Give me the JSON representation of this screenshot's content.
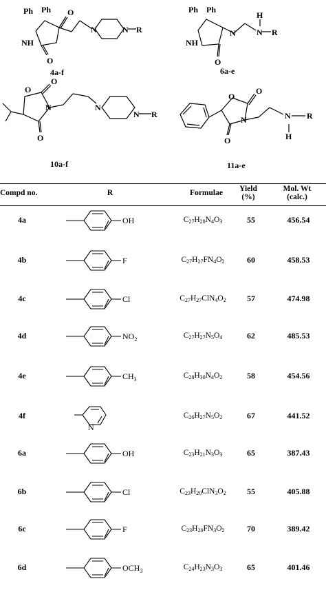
{
  "structures": [
    {
      "label": "4a-f"
    },
    {
      "label": "6a-e"
    },
    {
      "label": "10a-f"
    },
    {
      "label": "11a-e"
    }
  ],
  "atoms": {
    "Ph": "Ph",
    "NH": "NH",
    "O": "O",
    "N": "N",
    "R": "R",
    "H": "H"
  },
  "table": {
    "headers": {
      "compd": "Compd no.",
      "r": "R",
      "formulae": "Formulae",
      "yield_line1": "Yield",
      "yield_line2": "(%)",
      "molwt_line1": "Mol. Wt",
      "molwt_line2": "(calc.)"
    },
    "rows": [
      {
        "id": "4a",
        "substituent": "OH",
        "formula": [
          "C",
          "27",
          "H",
          "28",
          "N",
          "4",
          "O",
          "3"
        ],
        "yield": "55",
        "molwt": "456.54"
      },
      {
        "id": "4b",
        "substituent": "F",
        "formula": [
          "C",
          "27",
          "H",
          "27",
          "FN",
          "4",
          "O",
          "2"
        ],
        "yield": "60",
        "molwt": "458.53"
      },
      {
        "id": "4c",
        "substituent": "Cl",
        "formula": [
          "C",
          "27",
          "H",
          "27",
          "ClN",
          "4",
          "O",
          "2"
        ],
        "yield": "57",
        "molwt": "474.98"
      },
      {
        "id": "4d",
        "substituent": "NO",
        "substituent_sub": "2",
        "formula": [
          "C",
          "27",
          "H",
          "27",
          "N",
          "5",
          "O",
          "4"
        ],
        "yield": "62",
        "molwt": "485.53"
      },
      {
        "id": "4e",
        "substituent": "CH",
        "substituent_sub": "3",
        "formula": [
          "C",
          "28",
          "H",
          "30",
          "N",
          "4",
          "O",
          "2"
        ],
        "yield": "58",
        "molwt": "454.56"
      },
      {
        "id": "4f",
        "substituent": "N",
        "ring": "pyridine",
        "formula": [
          "C",
          "26",
          "H",
          "27",
          "N",
          "5",
          "O",
          "2"
        ],
        "yield": "67",
        "molwt": "441.52"
      },
      {
        "id": "6a",
        "substituent": "OH",
        "formula": [
          "C",
          "23",
          "H",
          "21",
          "N",
          "3",
          "O",
          "3"
        ],
        "yield": "65",
        "molwt": "387.43"
      },
      {
        "id": "6b",
        "substituent": "Cl",
        "formula": [
          "C",
          "23",
          "H",
          "20",
          "ClN",
          "3",
          "O",
          "2"
        ],
        "yield": "55",
        "molwt": "405.88"
      },
      {
        "id": "6c",
        "substituent": "F",
        "formula": [
          "C",
          "23",
          "H",
          "20",
          "FN",
          "3",
          "O",
          "2"
        ],
        "yield": "70",
        "molwt": "389.42"
      },
      {
        "id": "6d",
        "substituent": "OCH",
        "substituent_sub": "3",
        "formula": [
          "C",
          "24",
          "H",
          "23",
          "N",
          "3",
          "O",
          "3"
        ],
        "yield": "65",
        "molwt": "401.46"
      }
    ]
  }
}
